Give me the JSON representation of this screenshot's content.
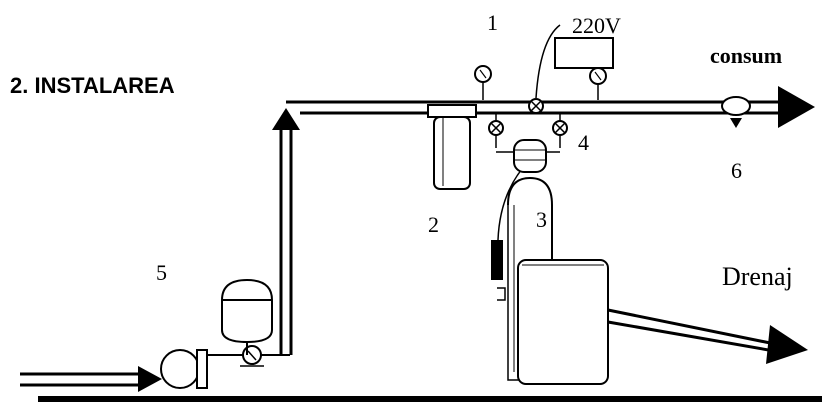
{
  "section_title": "2. INSTALAREA",
  "labels": {
    "n1": "1",
    "voltage": "220V",
    "consum": "consum",
    "n2": "2",
    "n3": "3",
    "n4": "4",
    "n5": "5",
    "n6": "6",
    "drain": "Drenaj"
  },
  "icons": [
    "pressure-gauge-icon",
    "valve-icon",
    "pump-icon",
    "arrow-icon"
  ]
}
